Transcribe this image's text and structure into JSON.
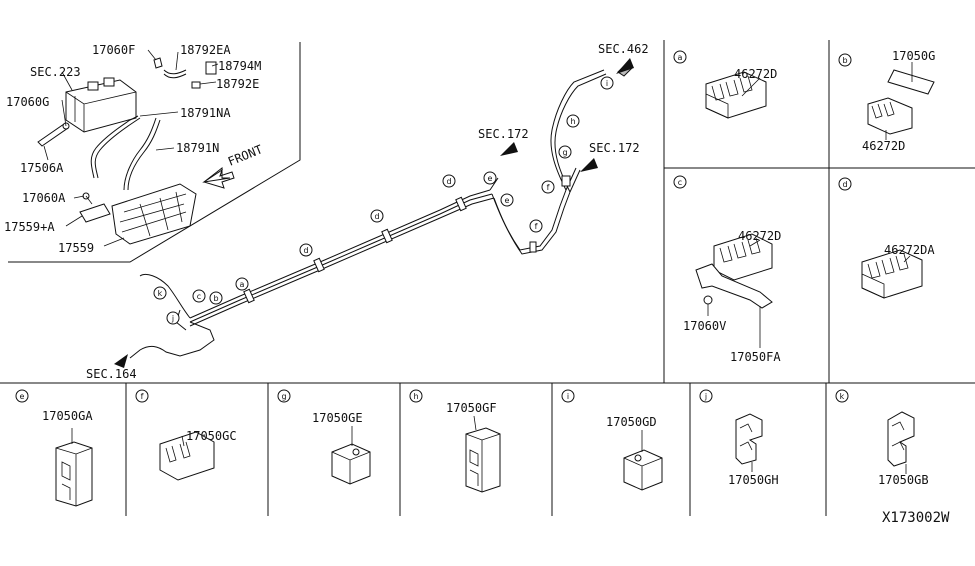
{
  "diagram_id": "X173002W",
  "sec": {
    "s223": "SEC.223",
    "s462": "SEC.462",
    "s172a": "SEC.172",
    "s172b": "SEC.172",
    "s164": "SEC.164"
  },
  "front": "FRONT",
  "main_labels": {
    "l17060F": "17060F",
    "l18792EA": "18792EA",
    "l18794M": "18794M",
    "l18792E": "18792E",
    "l17060G": "17060G",
    "l18791NA": "18791NA",
    "l17506A": "17506A",
    "l18791N": "18791N",
    "l17060A": "17060A",
    "l17559A": "17559+A",
    "l17559": "17559"
  },
  "callouts": {
    "a": "a",
    "b": "b",
    "c": "c",
    "d": "d",
    "e": "e",
    "f": "f",
    "g": "g",
    "h": "h",
    "i": "i",
    "j": "j",
    "k": "k"
  },
  "boxes": {
    "a_part": "46272D",
    "b_part1": "17050G",
    "b_part2": "46272D",
    "c_part1": "46272D",
    "c_part2": "17060V",
    "c_part3": "17050FA",
    "d_part": "46272DA",
    "e_part": "17050GA",
    "f_part": "17050GC",
    "g_part": "17050GE",
    "h_part": "17050GF",
    "i_part": "17050GD",
    "j_part": "17050GH",
    "k_part": "17050GB"
  }
}
